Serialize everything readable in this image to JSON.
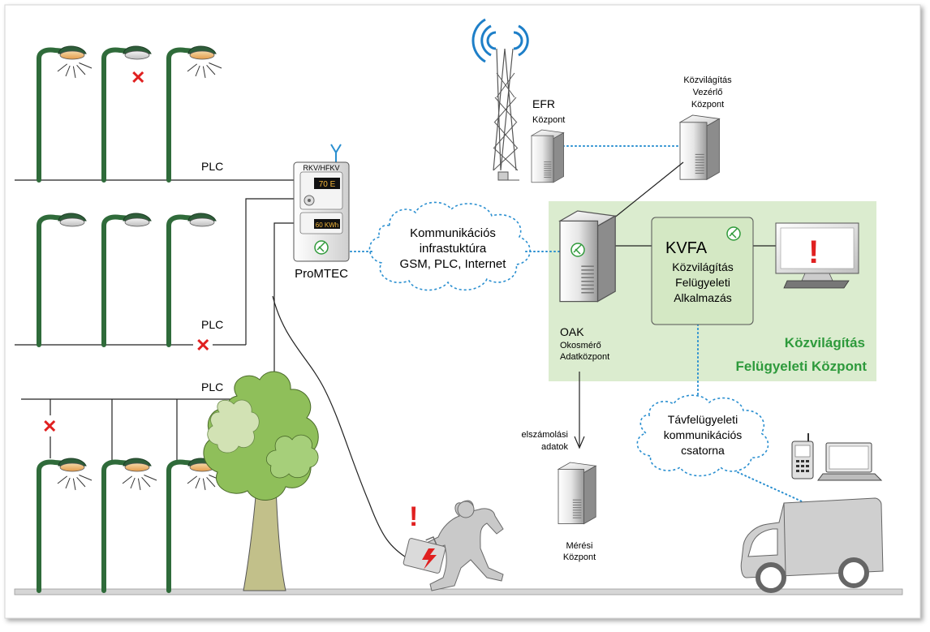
{
  "lines": {
    "plc1": "PLC",
    "plc2": "PLC",
    "plc3": "PLC"
  },
  "meter": {
    "header": "RKV/HFKV",
    "display1": "70 E",
    "display2": "60 KWh",
    "label": "ProMTEC"
  },
  "cloud_infra": {
    "line1": "Kommunikációs",
    "line2": "infrastuktúra",
    "line3": "GSM, PLC, Internet"
  },
  "efr": {
    "line1": "EFR",
    "line2": "Központ"
  },
  "vezerlo": {
    "line1": "Közvilágítás",
    "line2": "Vezérlő",
    "line3": "Központ"
  },
  "kvfa": {
    "line1": "KVFA",
    "line2": "Közvilágítás",
    "line3": "Felügyeleti",
    "line4": "Alkalmazás"
  },
  "oak": {
    "line1": "OAK",
    "line2": "Okosmérő",
    "line3": "Adatközpont"
  },
  "center": {
    "line1": "Közvilágítás",
    "line2": "Felügyeleti Központ"
  },
  "elsz": {
    "line1": "elszámolási",
    "line2": "adatok"
  },
  "meresi": {
    "line1": "Mérési",
    "line2": "Központ"
  },
  "cloud_remote": {
    "line1": "Távfelügyeleti",
    "line2": "kommunikációs",
    "line3": "csatorna"
  },
  "colors": {
    "pole_green": "#2f6b3a",
    "light_band": "#dbeccf",
    "kvfa_box": "#d4e8c4",
    "center_text": "#2e9a3c",
    "alert_red": "#e02020",
    "dotted_blue": "#2a8fd0",
    "gray_shape": "#c9c9c9"
  },
  "icons": [
    "broadcast-tower-icon",
    "server-icon",
    "monitor-alert-icon",
    "mobile-phone-icon",
    "laptop-icon",
    "truck-icon",
    "fault-x-icon",
    "smart-meter-icon",
    "tree-icon",
    "thief-icon"
  ]
}
